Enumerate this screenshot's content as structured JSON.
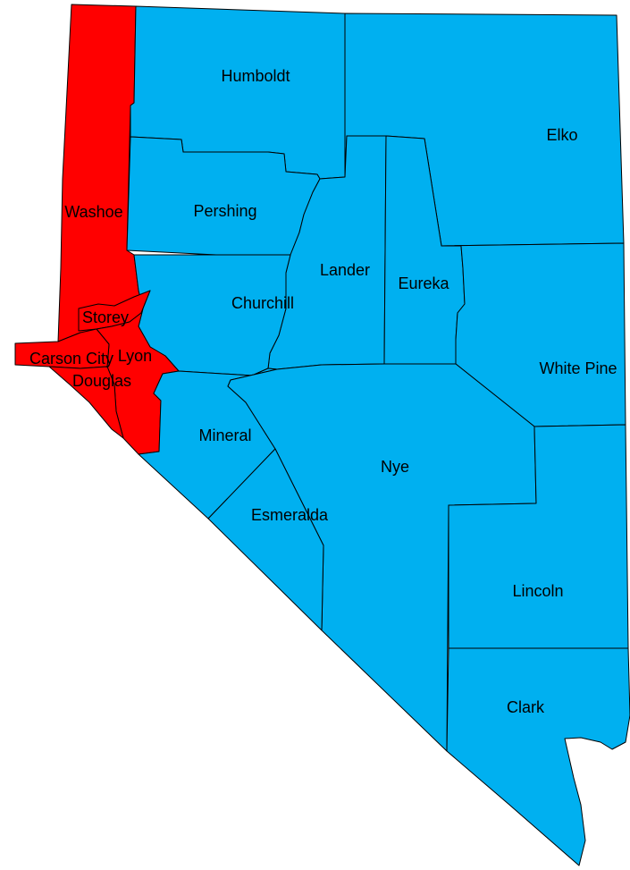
{
  "colors": {
    "red": "#ff0000",
    "blue": "#00b0f0",
    "border": "#000000"
  },
  "counties": {
    "washoe": {
      "name": "Washoe",
      "fill": "red"
    },
    "humboldt": {
      "name": "Humboldt",
      "fill": "blue"
    },
    "elko": {
      "name": "Elko",
      "fill": "blue"
    },
    "pershing": {
      "name": "Pershing",
      "fill": "blue"
    },
    "lander": {
      "name": "Lander",
      "fill": "blue"
    },
    "eureka": {
      "name": "Eureka",
      "fill": "blue"
    },
    "churchill": {
      "name": "Churchill",
      "fill": "blue"
    },
    "storey": {
      "name": "Storey",
      "fill": "red"
    },
    "carson": {
      "name": "Carson City",
      "fill": "red"
    },
    "lyon": {
      "name": "Lyon",
      "fill": "red"
    },
    "douglas": {
      "name": "Douglas",
      "fill": "red"
    },
    "whitepine": {
      "name": "White Pine",
      "fill": "blue"
    },
    "mineral": {
      "name": "Mineral",
      "fill": "blue"
    },
    "nye": {
      "name": "Nye",
      "fill": "blue"
    },
    "esmeralda": {
      "name": "Esmeralda",
      "fill": "blue"
    },
    "lincoln": {
      "name": "Lincoln",
      "fill": "blue"
    },
    "clark": {
      "name": "Clark",
      "fill": "blue"
    }
  }
}
